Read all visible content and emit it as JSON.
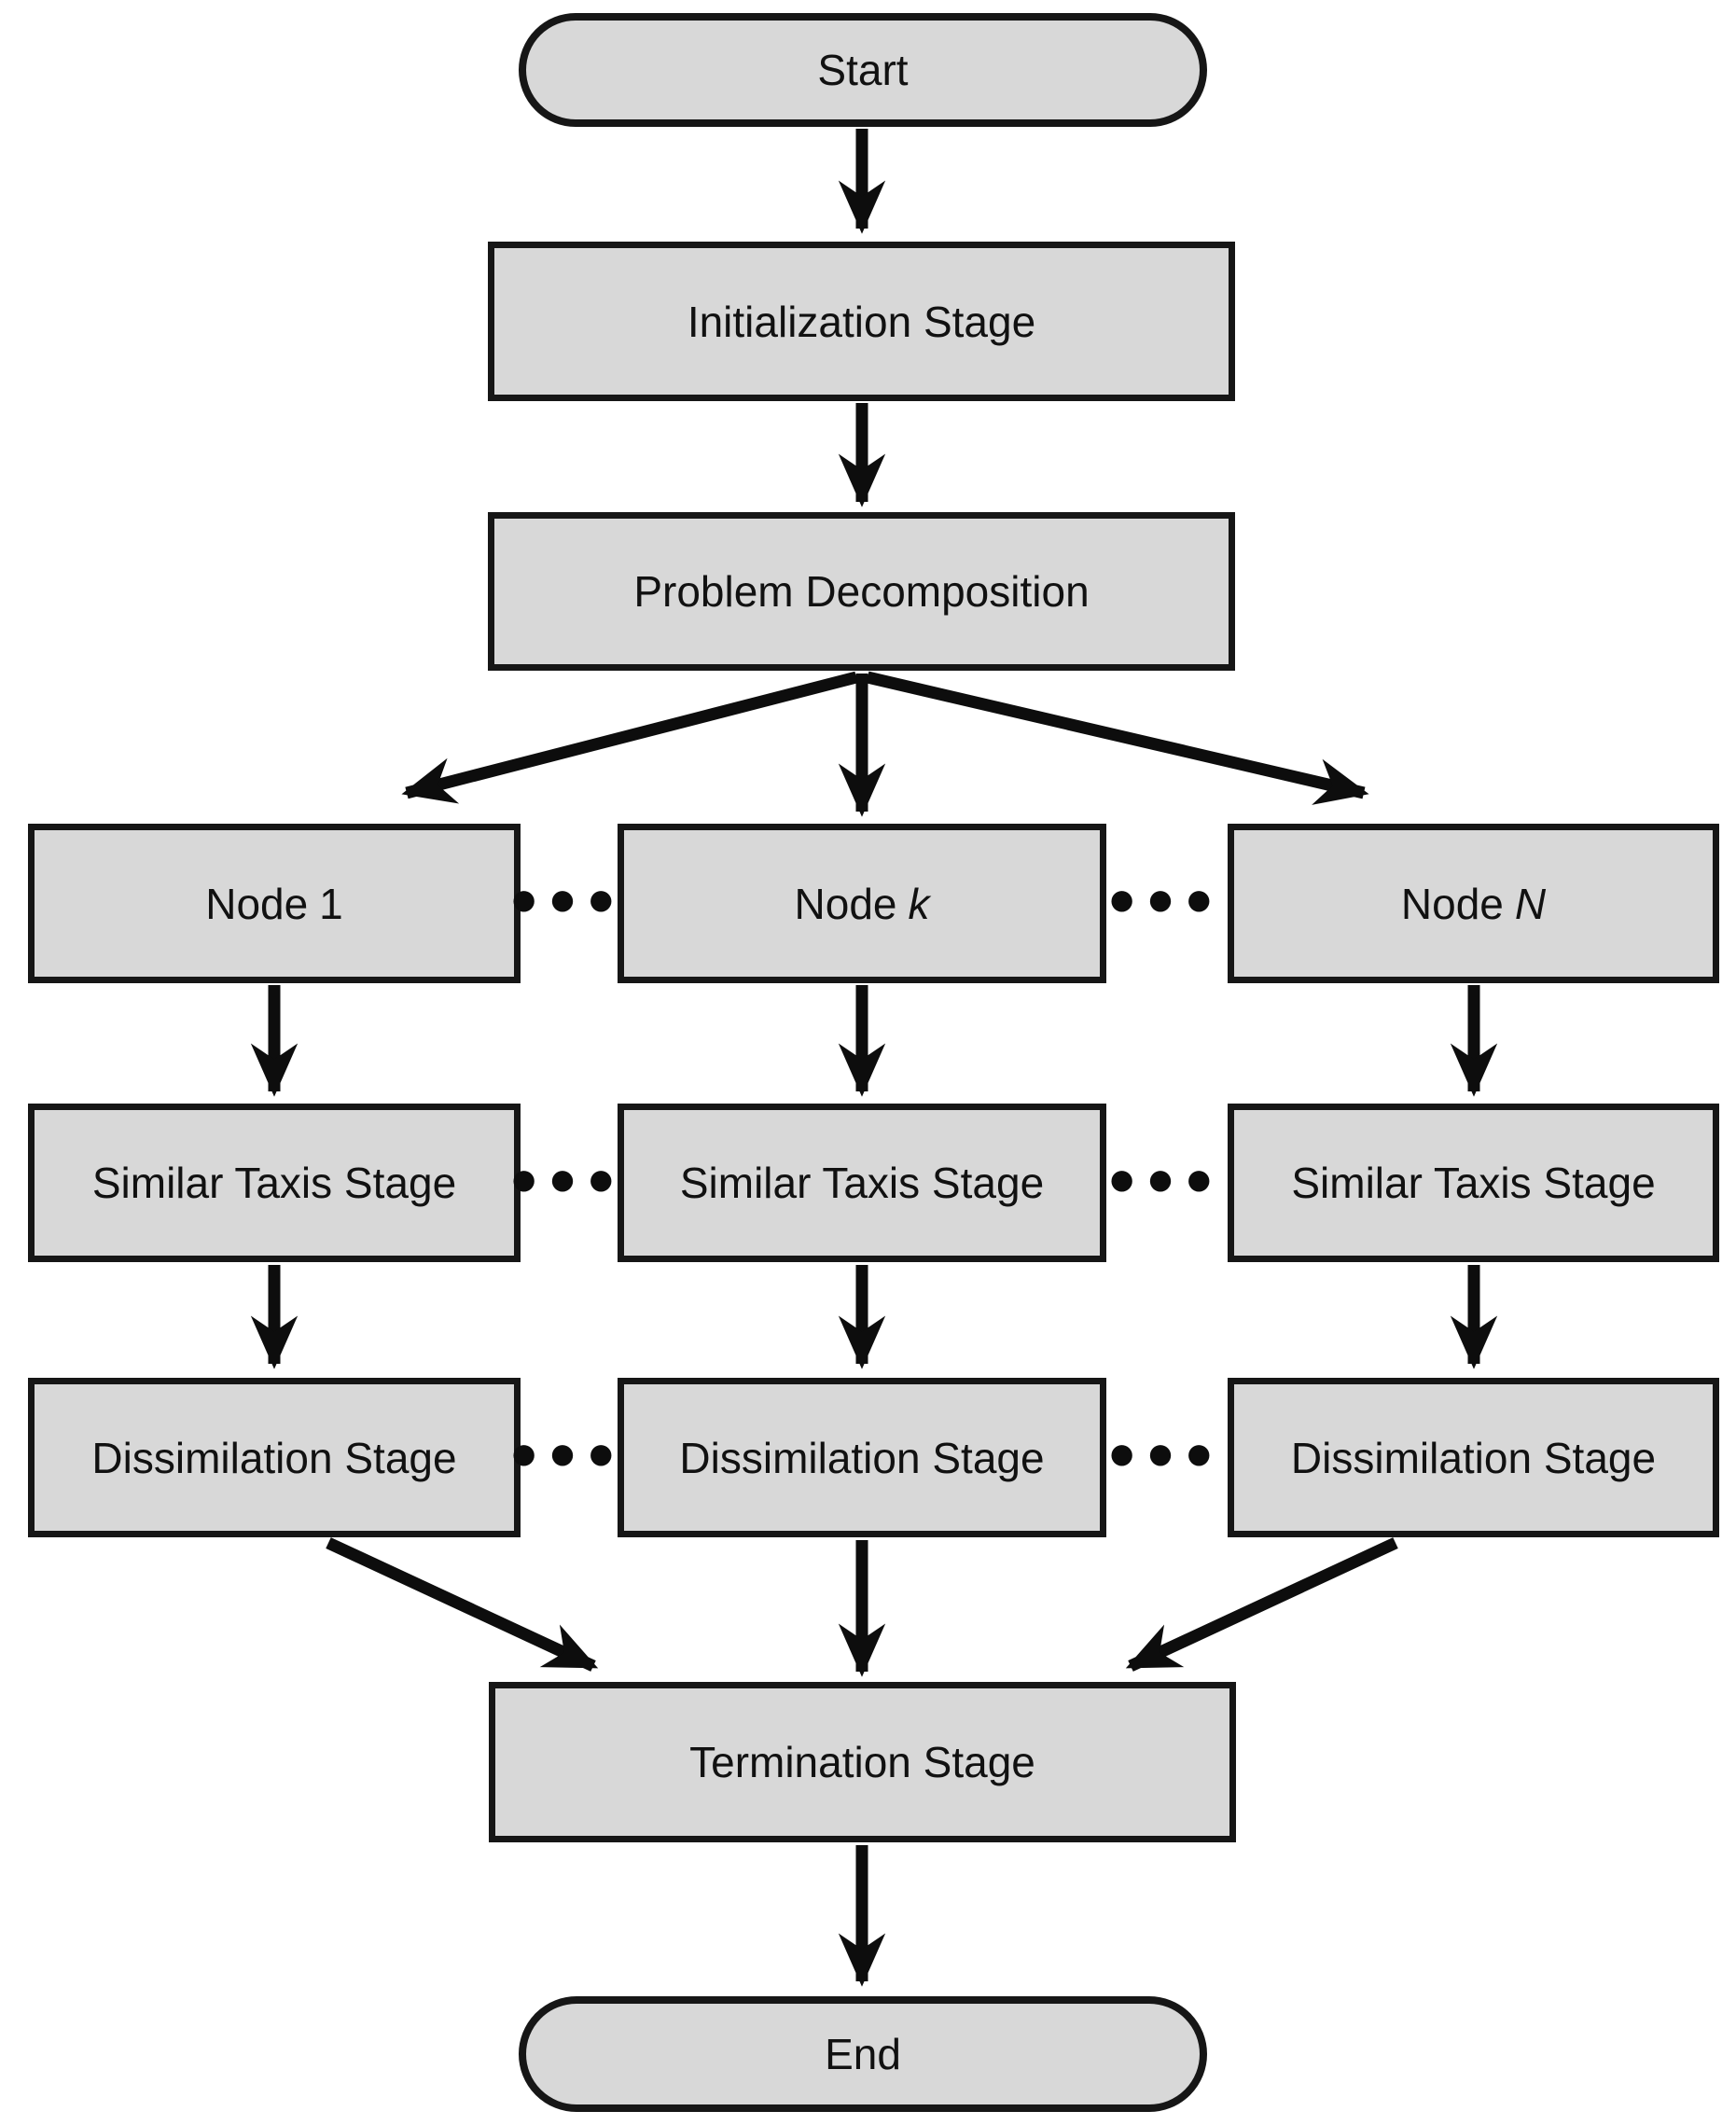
{
  "diagram": {
    "type": "flowchart",
    "start_label": "Start",
    "end_label": "End",
    "initialization_label": "Initialization Stage",
    "problem_decomposition_label": "Problem Decomposition",
    "termination_label": "Termination Stage",
    "ellipsis": "•••",
    "columns": [
      {
        "node_prefix": "Node",
        "node_var": "1",
        "node_var_italic": false,
        "similar_label": "Similar Taxis Stage",
        "dissimilation_label": "Dissimilation Stage"
      },
      {
        "node_prefix": "Node",
        "node_var": "k",
        "node_var_italic": true,
        "similar_label": "Similar Taxis Stage",
        "dissimilation_label": "Dissimilation Stage"
      },
      {
        "node_prefix": "Node",
        "node_var": "N",
        "node_var_italic": true,
        "similar_label": "Similar Taxis Stage",
        "dissimilation_label": "Dissimilation Stage"
      }
    ],
    "colors": {
      "background": "#ffffff",
      "box_fill": "#d8d8d8",
      "box_border": "#161616",
      "arrow": "#0d0d0d",
      "text": "#111111"
    }
  }
}
